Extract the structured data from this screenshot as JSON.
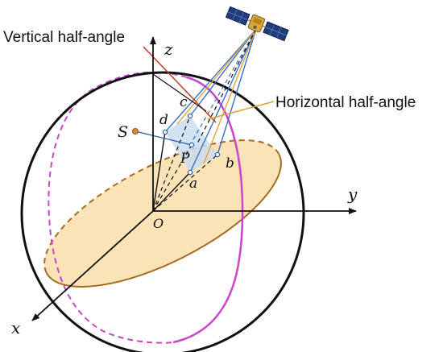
{
  "labels": {
    "vertical_half_angle": "Vertical half-angle",
    "horizontal_half_angle": "Horizontal half-angle",
    "axis_z": "z",
    "axis_y": "y",
    "axis_x": "x",
    "origin": "O",
    "point_s": "S",
    "point_p": "P",
    "point_a": "a",
    "point_b": "b",
    "point_c": "c",
    "point_d": "d"
  },
  "colors": {
    "sphere": "#111111",
    "equator_fill": "#fbe3b8",
    "equator_stroke": "#a86a1e",
    "meridian": "#cc44cc",
    "beam_fill": "#c9ddf0",
    "ray_blue": "#3a6fc4",
    "ray_orange": "#e0a030",
    "leader_vertical": "#c0392b",
    "leader_horizontal": "#e0a030",
    "point_s": "#d08a3a",
    "point_marker": "#2e5fa8"
  },
  "icons": {
    "satellite": "satellite-icon"
  }
}
